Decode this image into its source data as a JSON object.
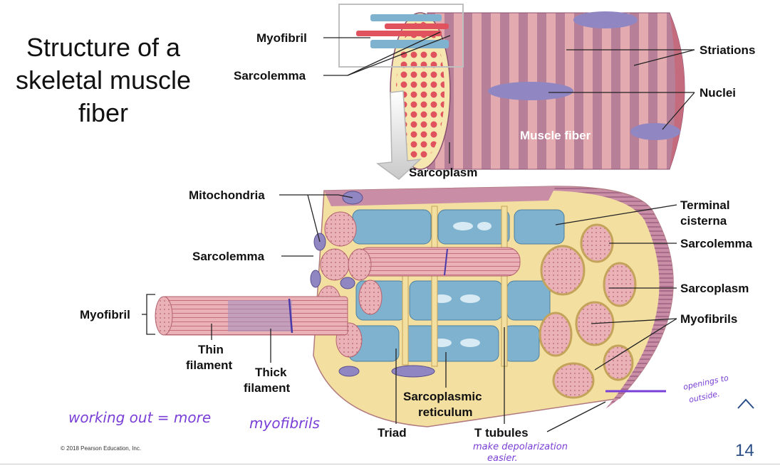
{
  "slide": {
    "title_lines": [
      "Structure of a",
      "skeletal muscle",
      "fiber"
    ],
    "copyright": "© 2018 Pearson Education, Inc.",
    "page_number": "14"
  },
  "labels": {
    "myofibril_top": "Myofibril",
    "sarcolemma_top": "Sarcolemma",
    "striations": "Striations",
    "nuclei": "Nuclei",
    "muscle_fiber": "Muscle fiber",
    "sarcoplasm_top": "Sarcoplasm",
    "mitochondria": "Mitochondria",
    "terminal_cisterna_1": "Terminal",
    "terminal_cisterna_2": "cisterna",
    "sarcolemma_right": "Sarcolemma",
    "sarcolemma_left": "Sarcolemma",
    "sarcoplasm_right": "Sarcoplasm",
    "myofibrils": "Myofibrils",
    "myofibril_left": "Myofibril",
    "thin_filament_1": "Thin",
    "thin_filament_2": "filament",
    "thick_filament_1": "Thick",
    "thick_filament_2": "filament",
    "sarcoplasmic_1": "Sarcoplasmic",
    "sarcoplasmic_2": "reticulum",
    "triad": "Triad",
    "t_tubules": "T tubules"
  },
  "annotations": {
    "working_out": "working out = more",
    "myofibrils_note": "myofibrils",
    "depolarization_1": "make depolarization",
    "depolarization_2": "easier.",
    "openings_1": "openings to",
    "openings_2": "outside."
  },
  "colors": {
    "handwriting": "#7a3fd6",
    "fiber_stripe_a": "#b88098",
    "fiber_stripe_b": "#e3aab0",
    "reticulum": "#7fb2cf",
    "sarcoplasm": "#f3dfa0",
    "myofibril_pink": "#eab1b6",
    "page_number": "#2b4f86"
  }
}
